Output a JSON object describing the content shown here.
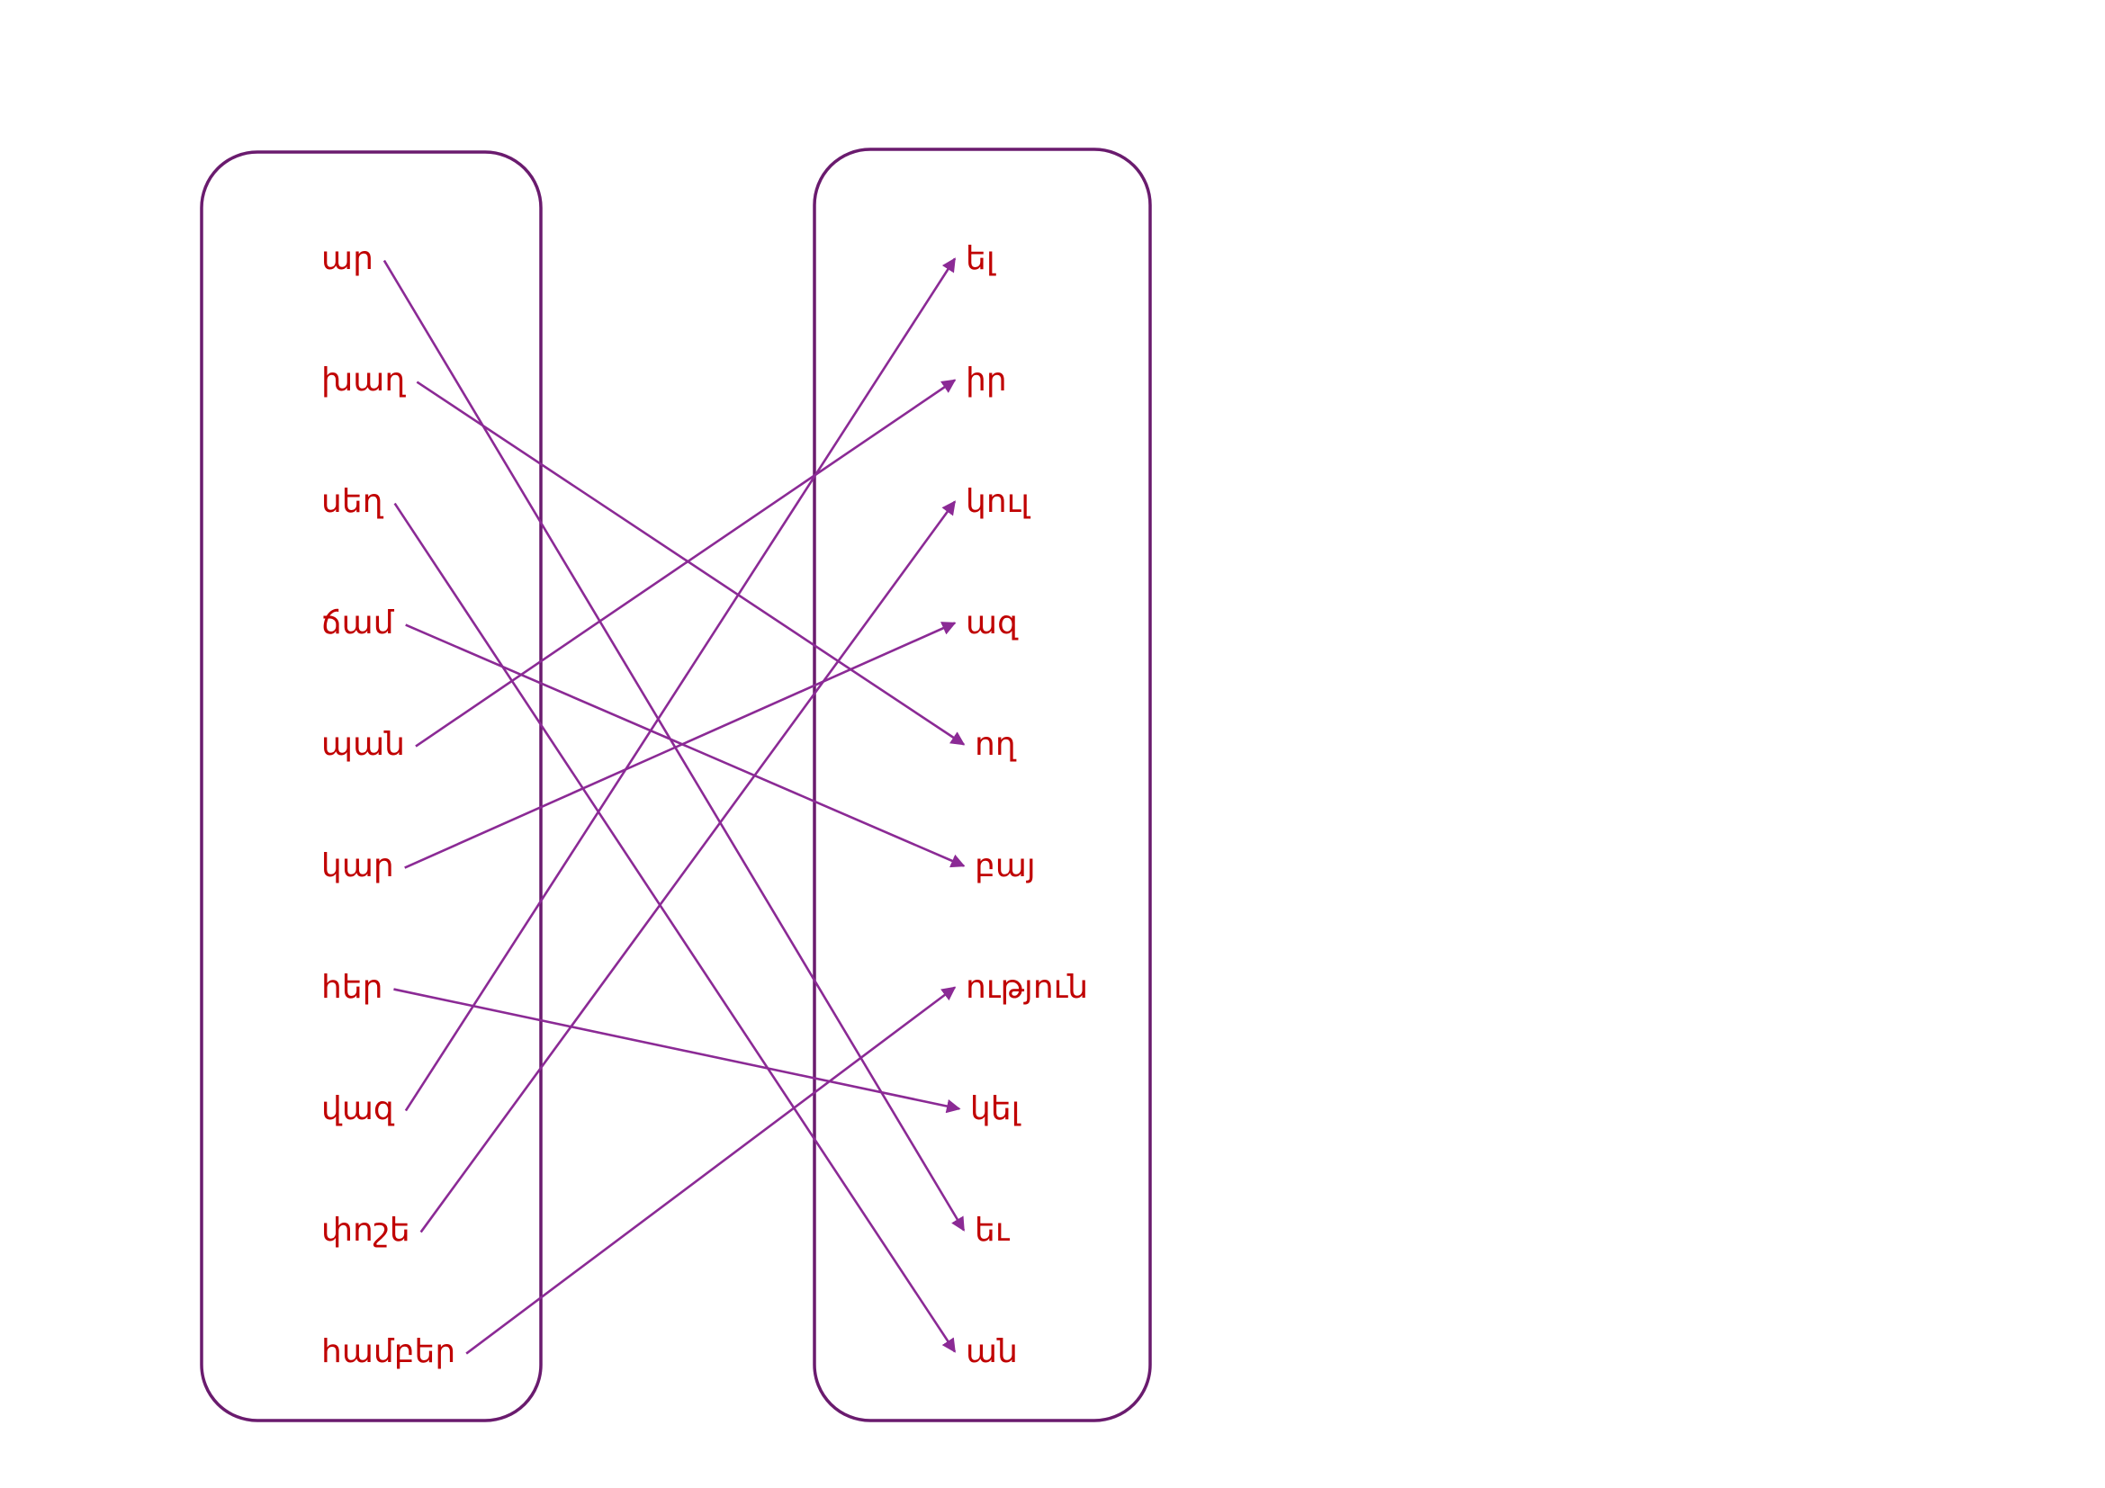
{
  "colors": {
    "box_border": "#6a1b6e",
    "arrow": "#8b2a95",
    "word": "#c00000",
    "background": "#ffffff"
  },
  "left_column": {
    "words": [
      "ար",
      "խաղ",
      "սեղ",
      "ճամ",
      "պան",
      "կար",
      "հեր",
      "վազ",
      "փոշե",
      "համբեր"
    ]
  },
  "right_column": {
    "words": [
      "ել",
      "իր",
      "կուլ",
      "ազ",
      "ող",
      "բայ",
      "ություն",
      "կել",
      "եւ",
      "ան"
    ]
  },
  "connections": [
    {
      "from": "ար",
      "to": "եւ"
    },
    {
      "from": "խաղ",
      "to": "ող"
    },
    {
      "from": "սեղ",
      "to": "ան"
    },
    {
      "from": "ճամ",
      "to": "բայ"
    },
    {
      "from": "պան",
      "to": "իր"
    },
    {
      "from": "կար",
      "to": "ազ"
    },
    {
      "from": "հեր",
      "to": "կել"
    },
    {
      "from": "վազ",
      "to": "ել"
    },
    {
      "from": "փոշե",
      "to": "կուլ"
    },
    {
      "from": "համբեր",
      "to": "ություն"
    }
  ]
}
